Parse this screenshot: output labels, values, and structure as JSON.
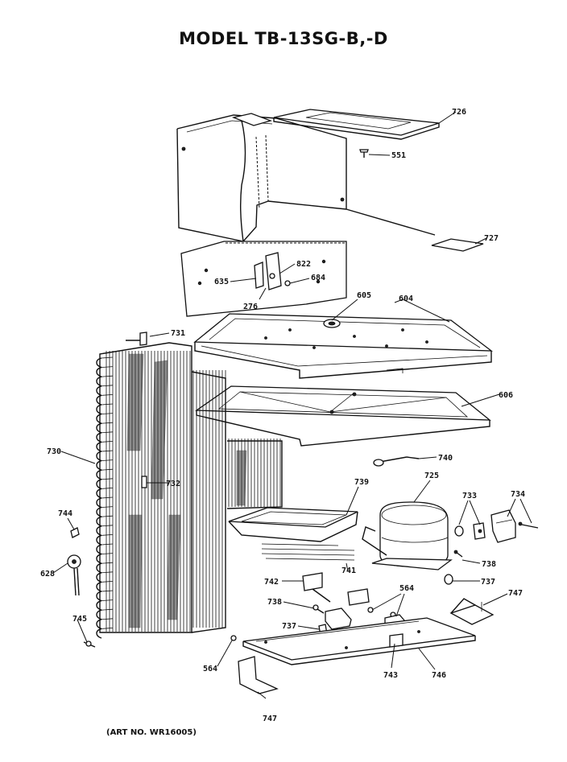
{
  "title": "MODEL TB-13SG-B,-D",
  "art_number": "(ART NO. WR16005)",
  "callouts": [
    {
      "id": "726",
      "text": "726"
    },
    {
      "id": "551",
      "text": "551"
    },
    {
      "id": "727",
      "text": "727"
    },
    {
      "id": "822",
      "text": "822"
    },
    {
      "id": "635",
      "text": "635"
    },
    {
      "id": "684",
      "text": "684"
    },
    {
      "id": "276",
      "text": "276"
    },
    {
      "id": "605",
      "text": "605"
    },
    {
      "id": "604",
      "text": "604"
    },
    {
      "id": "731",
      "text": "731"
    },
    {
      "id": "606",
      "text": "606"
    },
    {
      "id": "730",
      "text": "730"
    },
    {
      "id": "740",
      "text": "740"
    },
    {
      "id": "732",
      "text": "732"
    },
    {
      "id": "739",
      "text": "739"
    },
    {
      "id": "725",
      "text": "725"
    },
    {
      "id": "733",
      "text": "733"
    },
    {
      "id": "734",
      "text": "734"
    },
    {
      "id": "744",
      "text": "744"
    },
    {
      "id": "738a",
      "text": "738"
    },
    {
      "id": "628",
      "text": "628"
    },
    {
      "id": "741",
      "text": "741"
    },
    {
      "id": "737a",
      "text": "737"
    },
    {
      "id": "742",
      "text": "742"
    },
    {
      "id": "564a",
      "text": "564"
    },
    {
      "id": "747a",
      "text": "747"
    },
    {
      "id": "738b",
      "text": "738"
    },
    {
      "id": "745",
      "text": "745"
    },
    {
      "id": "737b",
      "text": "737"
    },
    {
      "id": "564b",
      "text": "564"
    },
    {
      "id": "743",
      "text": "743"
    },
    {
      "id": "746",
      "text": "746"
    },
    {
      "id": "747b",
      "text": "747"
    }
  ]
}
